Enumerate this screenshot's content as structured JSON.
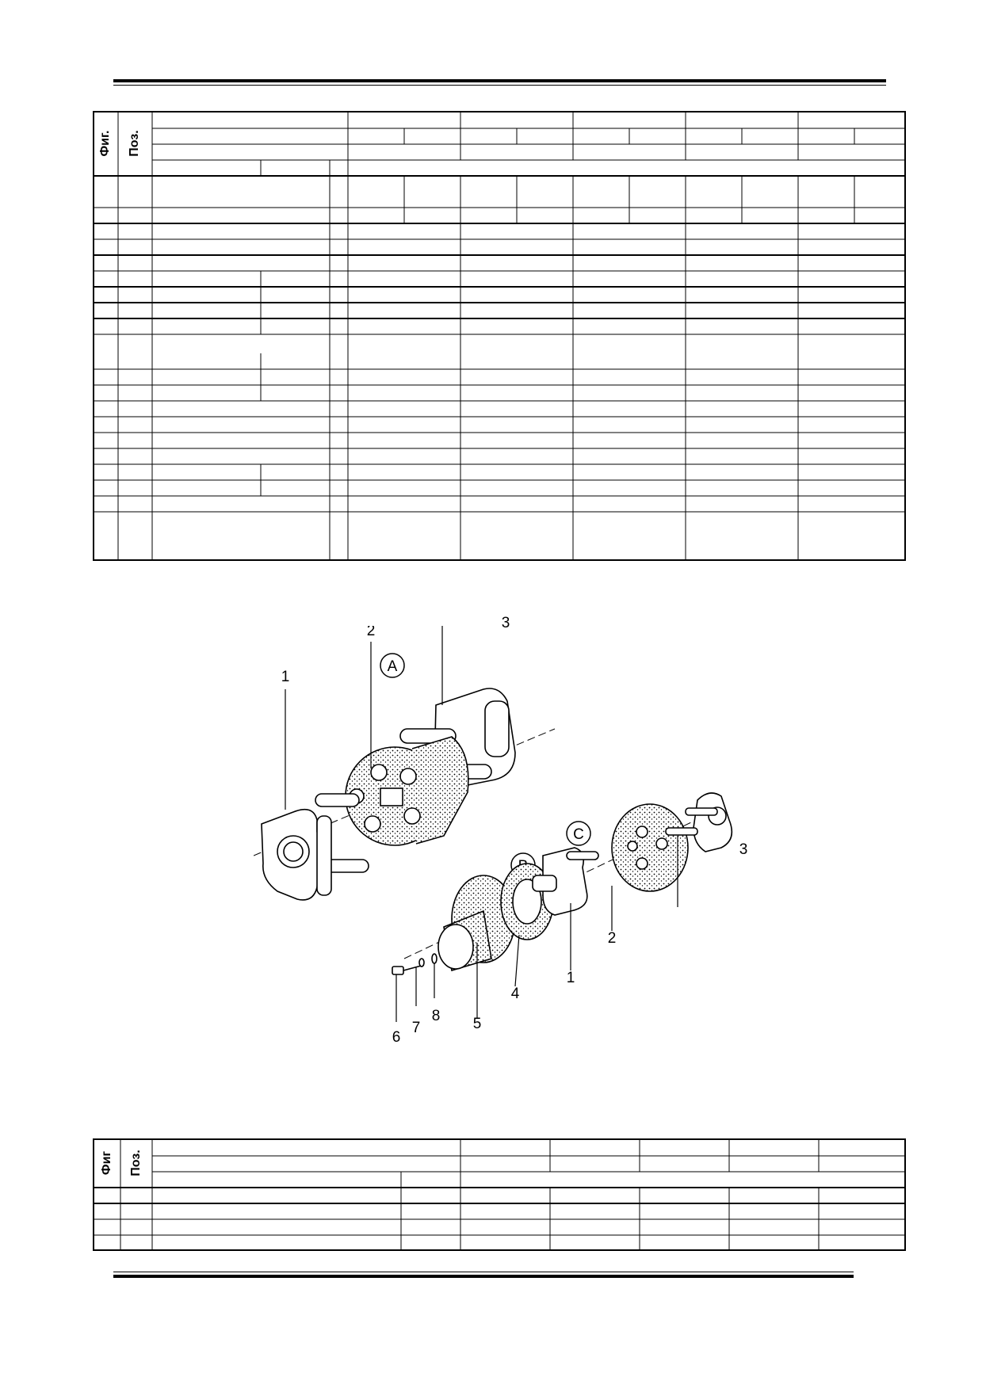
{
  "upper_table": {
    "col_fig_label": "Фиг.",
    "col_pos_label": "Поз."
  },
  "lower_table": {
    "col_fig_label": "Фиг",
    "col_pos_label": "Поз."
  },
  "figure": {
    "variant_labels": [
      "A",
      "B",
      "C"
    ],
    "callouts": [
      "1",
      "2",
      "3",
      "1",
      "2",
      "3",
      "4",
      "5",
      "6",
      "7",
      "8"
    ]
  }
}
